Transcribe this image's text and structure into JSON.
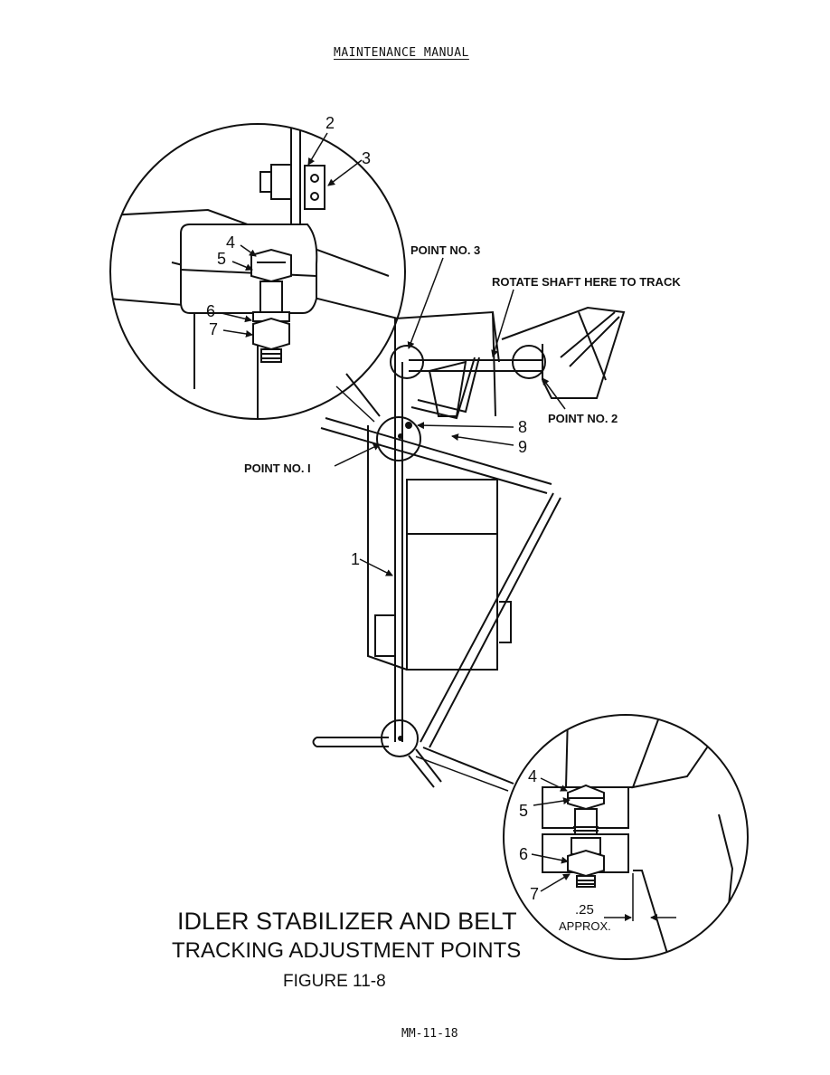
{
  "header": "MAINTENANCE MANUAL",
  "callouts": {
    "point3": "POINT NO. 3",
    "rotate": "ROTATE SHAFT HERE TO TRACK",
    "point2": "POINT NO. 2",
    "point1": "POINT NO. I"
  },
  "part_numbers": {
    "n1": "1",
    "n2": "2",
    "n3": "3",
    "n4": "4",
    "n5": "5",
    "n6": "6",
    "n7": "7",
    "n8": "8",
    "n9": "9"
  },
  "detail_bottom": {
    "n4": "4",
    "n5": "5",
    "n6": "6",
    "n7": "7",
    "gap": ".25",
    "approx": "APPROX."
  },
  "caption": {
    "line1": "IDLER STABILIZER AND BELT",
    "line2": "TRACKING ADJUSTMENT POINTS",
    "figure": "FIGURE 11-8"
  },
  "footer": "MM-11-18"
}
